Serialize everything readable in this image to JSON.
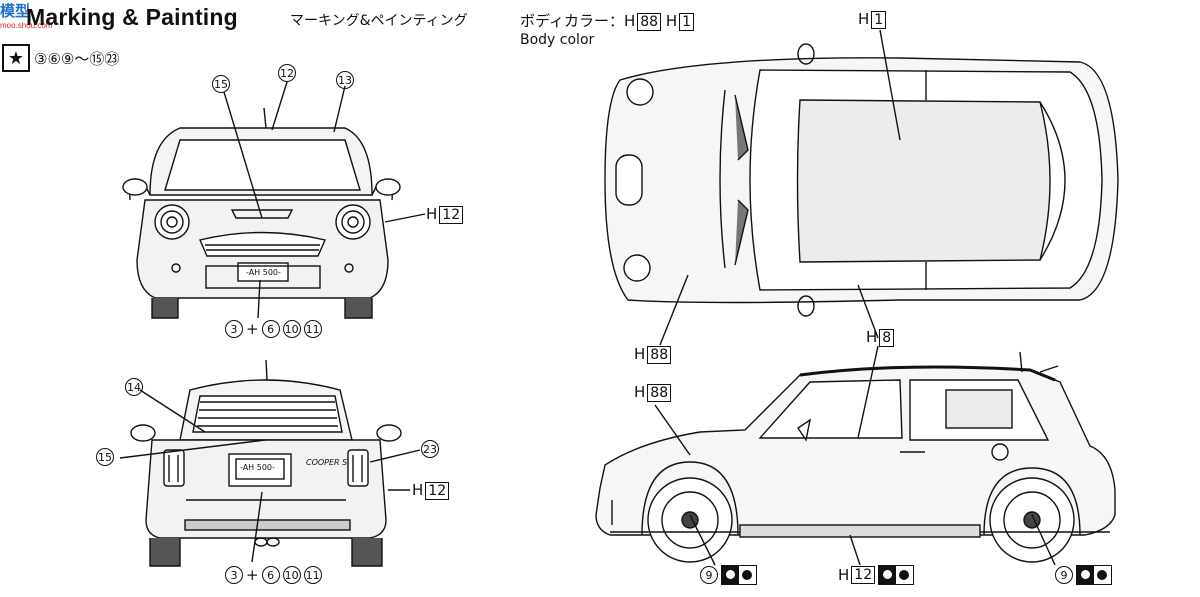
{
  "watermark": {
    "line1": "模型",
    "line2": "moo.shou.com"
  },
  "header": {
    "title": "Marking & Painting",
    "title_jp": "マーキング&ペインティング",
    "stars_symbol": "★",
    "stars_parts": "③⑥⑨～⑮㉓"
  },
  "body_color": {
    "label_jp": "ボディカラー：",
    "code1": "88",
    "code2": "1",
    "label_en": "Body color"
  },
  "front_view": {
    "callout_15": "15",
    "callout_12": "12",
    "callout_13": "13",
    "side_label": "H",
    "side_code": "12",
    "plate_text": "-AH 500-",
    "bottom_a": "3",
    "bottom_b": "6",
    "bottom_c": "10",
    "bottom_d": "11"
  },
  "rear_view": {
    "callout_14": "14",
    "callout_15": "15",
    "callout_23": "23",
    "side_label": "H",
    "side_code": "12",
    "plate_text": "-AH 500-",
    "badge": "COOPER S",
    "bottom_a": "3",
    "bottom_b": "6",
    "bottom_c": "10",
    "bottom_d": "11"
  },
  "top_view": {
    "roof_label": "H",
    "roof_code": "1",
    "body_label": "H",
    "body_code": "88",
    "stripe_label": "H",
    "stripe_code": "8"
  },
  "side_view": {
    "body_label": "H",
    "body_code": "88",
    "sill_label": "H",
    "sill_code": "12",
    "wheel_front": "9",
    "wheel_rear": "9"
  },
  "plus": "+"
}
